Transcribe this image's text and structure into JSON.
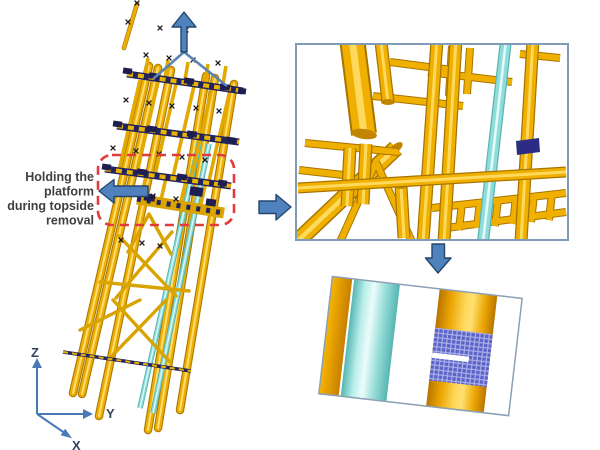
{
  "figure": {
    "annotation": {
      "lines": [
        "Holding the",
        "platform",
        "during topside",
        "removal"
      ]
    },
    "axes": {
      "z": "Z",
      "y": "Y",
      "x": "X"
    },
    "icons": {
      "lift_arrow": "arrow-up-icon",
      "holding_arrow": "arrow-left-icon",
      "zoom_arrow_right": "arrow-right-icon",
      "zoom_arrow_down": "arrow-down-icon"
    },
    "colors": {
      "structure_yellow": "#eead05",
      "structure_yellow_dark": "#aa7a00",
      "structure_yellow_light": "#ffdf70",
      "node_navy": "#23235e",
      "conductor_cyan": "#8fdcda",
      "clamp_band_navy": "#2c2c84",
      "arrow_blue": "#4f81bd",
      "arrow_outline": "#24476e",
      "highlight_red": "#e03c3c",
      "inset_border_blue": "#7f9bb8",
      "mesh_blue": "#5c63c8",
      "mesh_blue_light": "#aab0e8",
      "axis_blue": "#4a7ab5",
      "annotation_text": "#3f3f3f",
      "background": "#ffffff"
    }
  }
}
